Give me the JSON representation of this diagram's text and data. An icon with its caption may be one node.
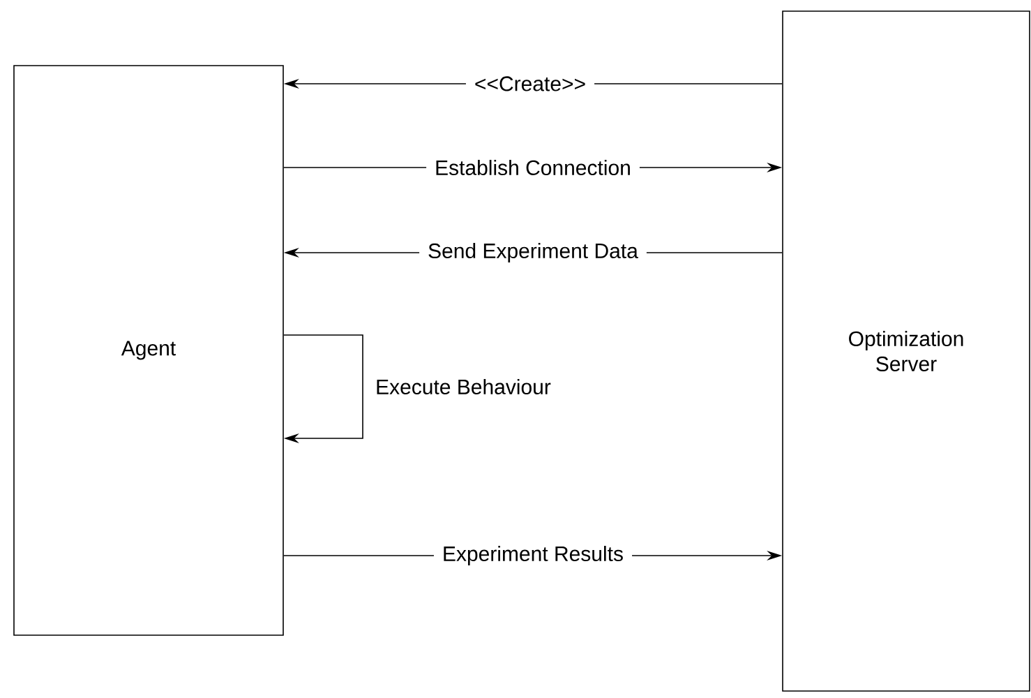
{
  "diagram": {
    "nodes": [
      {
        "text": [
          "Agent"
        ]
      },
      {
        "text": [
          "Optimization Server"
        ]
      }
    ],
    "edges": [
      {
        "from": 1,
        "to": 0,
        "arrow": "to",
        "label": "<<Create>>"
      },
      {
        "from": 0,
        "to": 1,
        "arrow": "to",
        "label": "Establish Connection"
      },
      {
        "from": 1,
        "to": 0,
        "arrow": "to",
        "label": "Send Experiment Data"
      },
      {
        "from": 0,
        "to": 0,
        "arrow": "to",
        "label": "Execute Behaviour"
      },
      {
        "from": 0,
        "to": 1,
        "arrow": "to",
        "label": "Experiment Results"
      }
    ]
  }
}
